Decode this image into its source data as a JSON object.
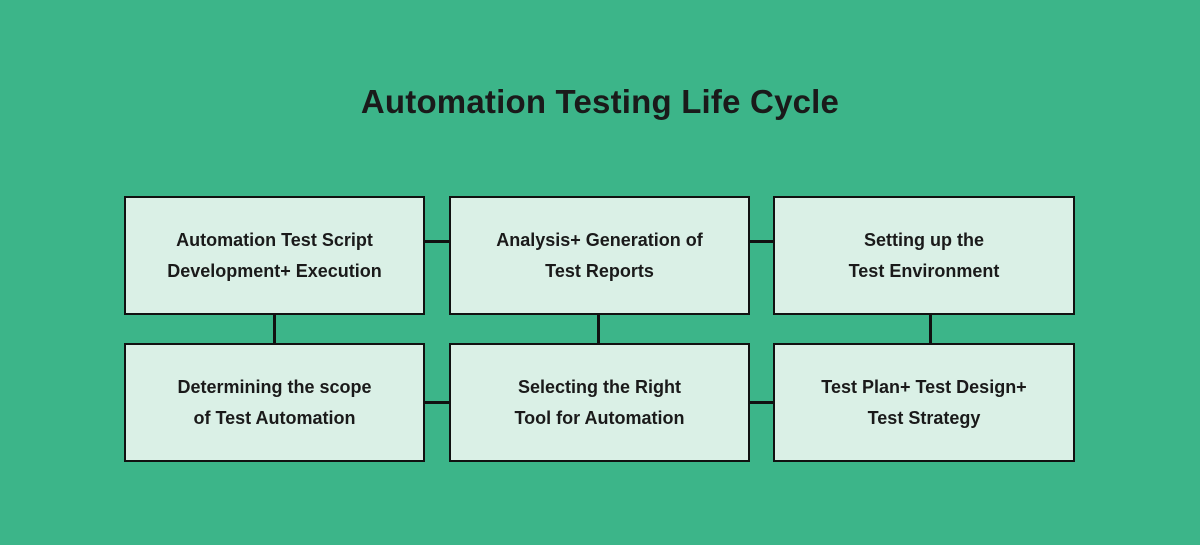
{
  "title": "Automation Testing Life Cycle",
  "colors": {
    "background": "#3cb589",
    "box-fill": "#daf0e6",
    "line": "#111111",
    "text": "#1a1a1a"
  },
  "boxes": [
    {
      "row": 1,
      "col": 1,
      "line1": "Automation Test Script",
      "line2": "Development+ Execution"
    },
    {
      "row": 1,
      "col": 2,
      "line1": "Analysis+ Generation of",
      "line2": "Test Reports"
    },
    {
      "row": 1,
      "col": 3,
      "line1": "Setting up the",
      "line2": "Test Environment"
    },
    {
      "row": 2,
      "col": 1,
      "line1": "Determining the scope",
      "line2": "of Test Automation"
    },
    {
      "row": 2,
      "col": 2,
      "line1": "Selecting the Right",
      "line2": "Tool for Automation"
    },
    {
      "row": 2,
      "col": 3,
      "line1": "Test Plan+ Test Design+",
      "line2": "Test Strategy"
    }
  ],
  "connections": [
    {
      "from": "Automation Test Script Development+ Execution",
      "to": "Analysis+ Generation of Test Reports",
      "orientation": "horizontal"
    },
    {
      "from": "Analysis+ Generation of Test Reports",
      "to": "Setting up the Test Environment",
      "orientation": "horizontal"
    },
    {
      "from": "Automation Test Script Development+ Execution",
      "to": "Determining the scope of Test Automation",
      "orientation": "vertical"
    },
    {
      "from": "Analysis+ Generation of Test Reports",
      "to": "Selecting the Right Tool for Automation",
      "orientation": "vertical"
    },
    {
      "from": "Setting up the Test Environment",
      "to": "Test Plan+ Test Design+ Test Strategy",
      "orientation": "vertical"
    },
    {
      "from": "Determining the scope of Test Automation",
      "to": "Selecting the Right Tool for Automation",
      "orientation": "horizontal"
    },
    {
      "from": "Selecting the Right Tool for Automation",
      "to": "Test Plan+ Test Design+ Test Strategy",
      "orientation": "horizontal"
    }
  ]
}
